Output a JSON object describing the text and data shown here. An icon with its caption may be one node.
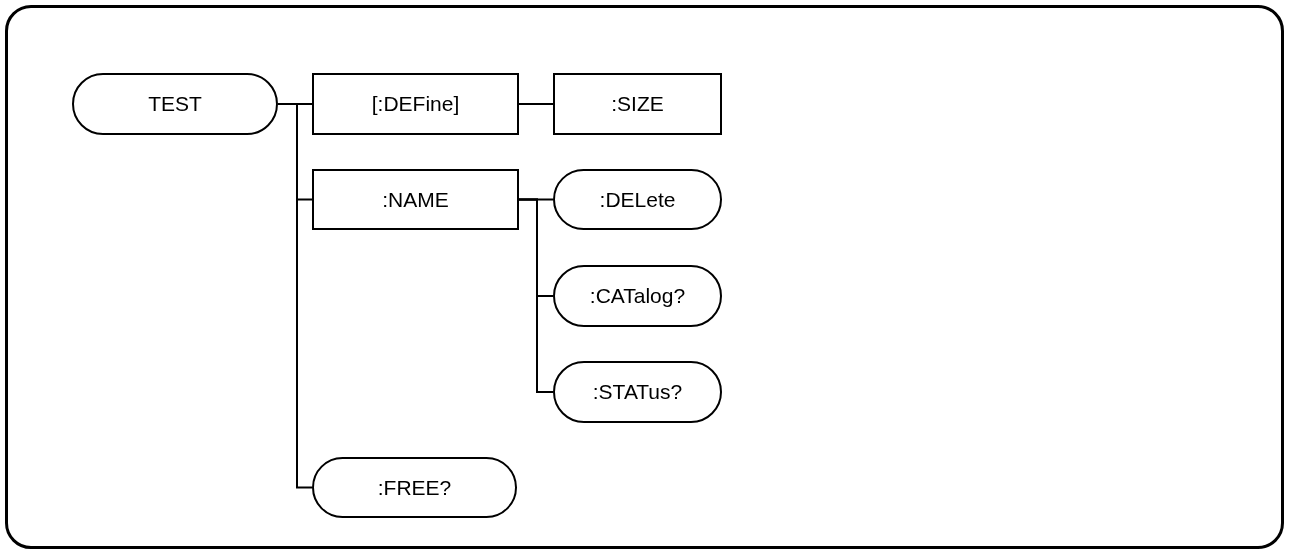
{
  "diagram": {
    "nodes": [
      {
        "text": [
          "TEST"
        ]
      },
      {
        "text": [
          "[:DEFine]"
        ]
      },
      {
        "text": [
          ":SIZE"
        ]
      },
      {
        "text": [
          ":NAME"
        ]
      },
      {
        "text": [
          ":DELete"
        ]
      },
      {
        "text": [
          ":CATalog?"
        ]
      },
      {
        "text": [
          ":STATus?"
        ]
      },
      {
        "text": [
          ":FREE?"
        ]
      }
    ],
    "edges": [
      {
        "from": 0,
        "to": 1,
        "arrow": "none"
      },
      {
        "from": 0,
        "to": 3,
        "arrow": "none"
      },
      {
        "from": 0,
        "to": 7,
        "arrow": "none"
      },
      {
        "from": 1,
        "to": 2,
        "arrow": "none"
      },
      {
        "from": 3,
        "to": 4,
        "arrow": "none"
      },
      {
        "from": 3,
        "to": 5,
        "arrow": "none"
      },
      {
        "from": 3,
        "to": 6,
        "arrow": "none"
      }
    ]
  }
}
